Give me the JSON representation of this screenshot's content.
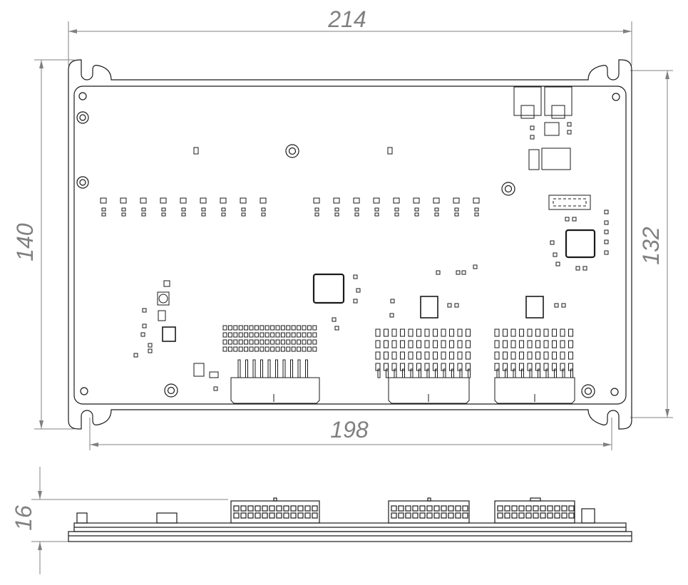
{
  "dimensions": {
    "overall_width": "214",
    "overall_height": "140",
    "inner_height": "132",
    "mount_spacing": "198",
    "profile_height": "16"
  },
  "colors": {
    "outline": "#1a1a1a",
    "dimension": "#808080"
  }
}
